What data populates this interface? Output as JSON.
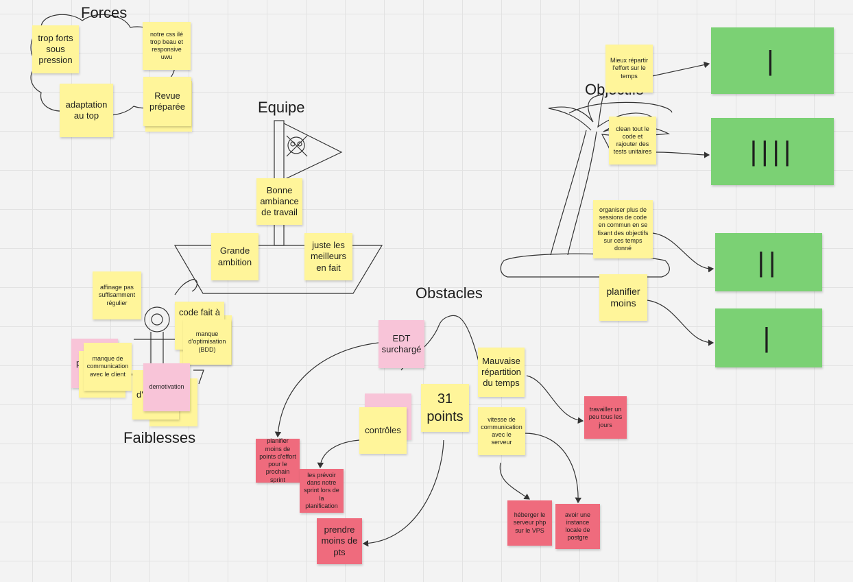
{
  "sections": {
    "forces": "Forces",
    "equipe": "Equipe",
    "objectifs": "Objectifs",
    "obstacles": "Obstacles",
    "faiblesses": "Faiblesses"
  },
  "notes": {
    "trop_forts": "trop forts sous pression",
    "css": "notre css ilé trop beau et responsive uwu",
    "adaptation": "adaptation au top",
    "revue": "Revue préparée",
    "ambiance": "Bonne ambiance de travail",
    "ambition": "Grande ambition",
    "meilleurs": "juste les meilleurs en fait",
    "repartir": "Mieux répartir l'effort sur le temps",
    "clean": "clean tout le code et rajouter des tests unitaires",
    "sessions": "organiser plus de sessions de code en commun en se fixant des objectifs sur ces temps donné",
    "planifier_moins": "planifier moins",
    "affinage": "affinage pas suffisamment régulier",
    "code_fait": "code fait à",
    "optimisation": "manque d'optimisation (BDD)",
    "pe": "pe",
    "communication": "manque de communication avec le client",
    "do": "d'o",
    "demotivation": "demotivation",
    "edt": "EDT surchargé",
    "points": "31 points",
    "mauvaise": "Mauvaise répartition du temps",
    "controles": "contrôles",
    "vitesse": "vitesse de communication avec le serveur",
    "travailler": "travailler un peu tous les jours",
    "planifier_pts": "planifier moins de points d'effort pour le prochain sprint",
    "prevoir": "les prévoir dans notre sprint lors de la planification",
    "prendre": "prendre moins de pts",
    "heberger": "héberger le serveur php sur le VPS",
    "postgre": "avoir une instance locale de postgre"
  },
  "votes": {
    "v1": "|",
    "v2": "||||",
    "v3": "||",
    "v4": "|"
  },
  "colors": {
    "yellow": "#fff59a",
    "pink": "#f8c4d8",
    "red": "#ef6b7d",
    "green": "#7bd174",
    "background": "#f3f3f3"
  }
}
